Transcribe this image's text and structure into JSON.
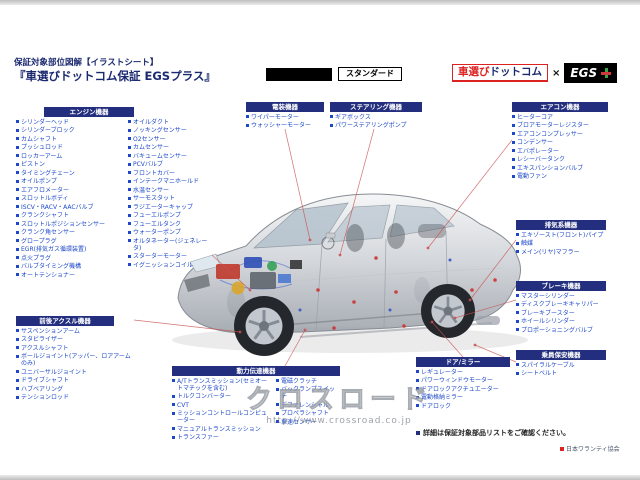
{
  "header": {
    "title_line1": "保証対象部位図解【イラストシート】",
    "title_line2": "『車選びドットコム保証 EGSプラス』",
    "plan_label": "スタンダード",
    "brand_kuruma": "車選び",
    "brand_dotcom": "ドットコム",
    "brand_cross": "×",
    "brand_egs": "EGS"
  },
  "categories": {
    "engine": {
      "title": "エンジン機器",
      "col1": [
        "シリンダーヘッド",
        "シリンダーブロック",
        "カムシャフト",
        "プッシュロッド",
        "ロッカーアーム",
        "ピストン",
        "タイミングチェーン",
        "オイルポンプ",
        "エアフロメーター",
        "スロットルボディ",
        "ISCV・RACV・AACバルブ",
        "クランクシャフト",
        "スロットルポジションセンサー",
        "クランク角センサー",
        "グロープラグ",
        "EGR(排気ガス循環装置)",
        "点火プラグ",
        "バルブタイミング機構",
        "オートテンショナー"
      ],
      "col2": [
        "オイルダクト",
        "ノッキングセンサー",
        "O2センサー",
        "カムセンサー",
        "バキュームセンサー",
        "PCVバルブ",
        "フロントカバー",
        "インテークマニホールド",
        "水温センサー",
        "サーモスタット",
        "ラジエーターキャップ",
        "フューエルポンプ",
        "フューエルタンク",
        "ウォーターポンプ",
        "オルタネーター(ジェネレータ)",
        "スターターモーター",
        "イグニッションコイル"
      ]
    },
    "electrical": {
      "title": "電装機器",
      "items": [
        "ワイパーモーター",
        "ウォッシャーモーター"
      ]
    },
    "steering": {
      "title": "ステアリング機器",
      "items": [
        "ギアボックス",
        "パワーステアリングポンプ"
      ]
    },
    "aircon": {
      "title": "エアコン機器",
      "items": [
        "ヒーターコア",
        "ブロアモーターレジスター",
        "エアコンコンプレッサー",
        "コンデンサー",
        "エバポレーター",
        "レシーバータンク",
        "エキスパンションバルブ",
        "電動ファン"
      ]
    },
    "exhaust": {
      "title": "排気系機器",
      "items": [
        "エキゾースト(フロント)パイプ",
        "触媒",
        "メイン(リヤ)マフラー"
      ]
    },
    "brake": {
      "title": "ブレーキ機器",
      "items": [
        "マスターシリンダー",
        "ディスクブレーキキャリパー",
        "ブレーキブースター",
        "ホイールシリンダー",
        "プロポーショニングバルブ"
      ]
    },
    "occupant": {
      "title": "乗員保安機器",
      "items": [
        "スパイラルケーブル",
        "シートベルト"
      ]
    },
    "door": {
      "title": "ドア/ミラー",
      "items": [
        "レギュレーター",
        "パワーウィンドウモーター",
        "ドアロックアクチュエーター",
        "電動格納ミラー",
        "ドアロック"
      ]
    },
    "drivetrain": {
      "title": "動力伝達機器",
      "col1": [
        "A/Tトランスミッション(セミオートマチックを含む)",
        "トルクコンバーター",
        "CVT",
        "ミッションコントロールコンピューター",
        "マニュアルトランスミッション",
        "トランスファー"
      ],
      "col2": [
        "電磁クラッチ",
        "バックランプスイッチ",
        "デファレンシャル",
        "プロペラシャフト",
        "車速センサー"
      ]
    },
    "axle": {
      "title": "前後アクスル機器",
      "items": [
        "サスペンションアーム",
        "スタビライザー",
        "アクスルシャフト",
        "ボールジョイント(アッパー、ロアアームのみ)",
        "ユニバーサルジョイント",
        "ドライブシャフト",
        "ハブベアリング",
        "テンションロッド"
      ]
    }
  },
  "footer": {
    "note": "詳細は保証対象部品リストをご確認ください。",
    "association": "日本ワランティ協会"
  },
  "watermark": {
    "line1": "クロスロード",
    "line2": "http://www.crossroad.co.jp"
  },
  "colors": {
    "accent_navy": "#232e7e",
    "item_blue": "#1d49c8",
    "brand_red": "#dd2222"
  }
}
